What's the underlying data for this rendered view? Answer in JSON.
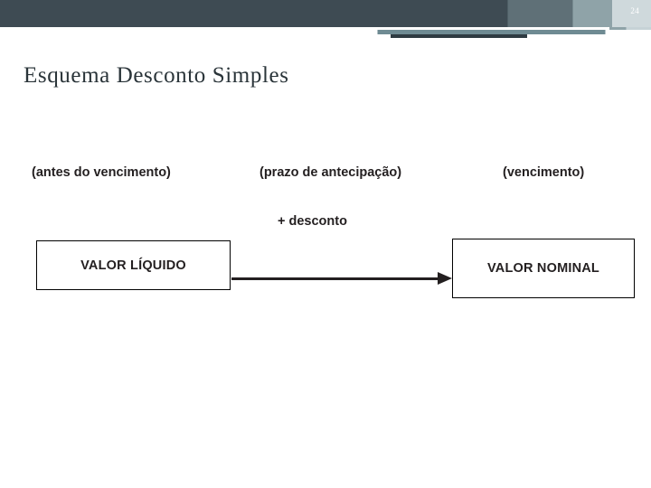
{
  "slide": {
    "number": "24",
    "title": "Esquema Desconto Simples"
  },
  "diagram": {
    "labels": {
      "antes": "(antes do vencimento)",
      "prazo": "(prazo de antecipação)",
      "vencimento": "(vencimento)",
      "desconto": "+ desconto"
    },
    "boxes": {
      "left": "VALOR LÍQUIDO",
      "right": "VALOR NOMINAL"
    },
    "arrow": "arrow-right"
  },
  "colors": {
    "header_band": "#3d4a52",
    "rule_teal": "#6f8b93",
    "rule_dark": "#2f3b42",
    "title_text": "#2a3439",
    "diagram_text": "#231f20"
  }
}
